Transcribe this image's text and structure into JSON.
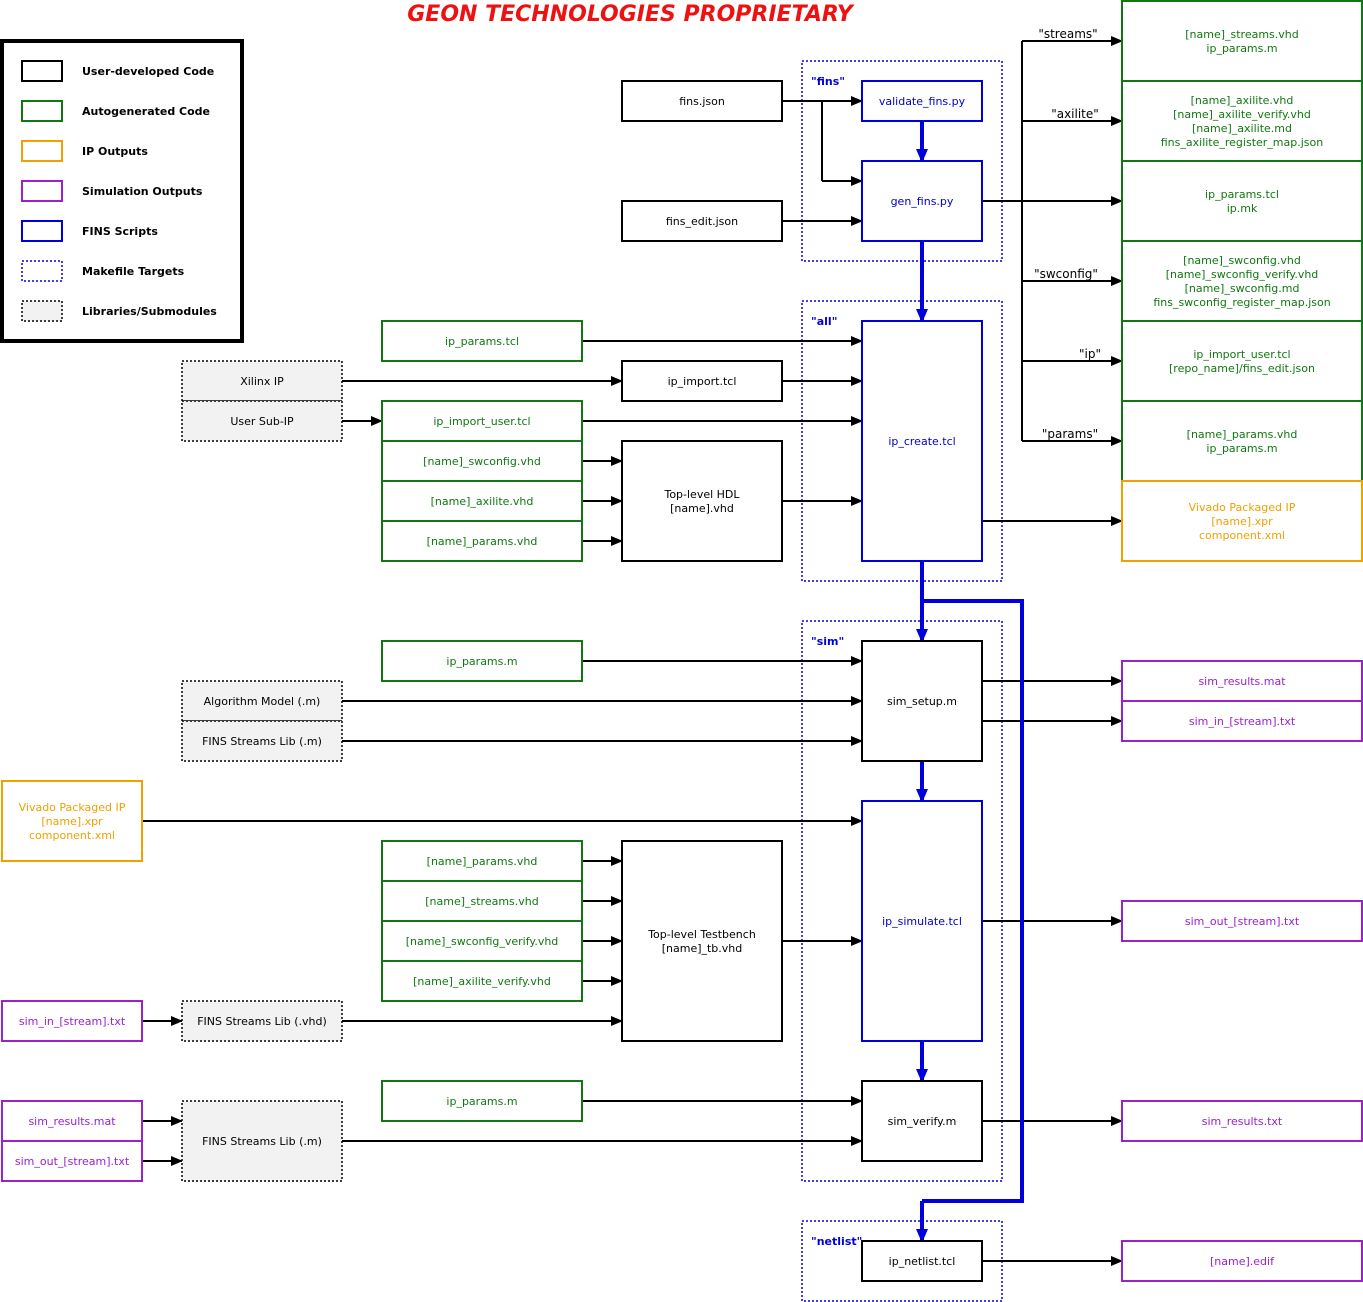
{
  "title": "GEON TECHNOLOGIES PROPRIETARY",
  "colors": {
    "title": "#ee1111",
    "user": "#000000",
    "auto": "#117711",
    "ip": "#f0a000",
    "sim": "#9922cc",
    "script": "#0000dd",
    "target": "#0000dd",
    "lib_fill": "#f2f2f2",
    "script_text": "#0000cc"
  },
  "legend": [
    {
      "label": "User-developed Code",
      "kind": "user"
    },
    {
      "label": "Autogenerated Code",
      "kind": "auto"
    },
    {
      "label": "IP Outputs",
      "kind": "ip"
    },
    {
      "label": "Simulation Outputs",
      "kind": "sim"
    },
    {
      "label": "FINS Scripts",
      "kind": "script"
    },
    {
      "label": "Makefile Targets",
      "kind": "target"
    },
    {
      "label": "Libraries/Submodules",
      "kind": "lib"
    }
  ],
  "targets": [
    {
      "id": "fins",
      "label": "\"fins\""
    },
    {
      "id": "all",
      "label": "\"all\""
    },
    {
      "id": "sim",
      "label": "\"sim\""
    },
    {
      "id": "netlist",
      "label": "\"netlist\""
    }
  ],
  "nodes": [
    {
      "id": "fins_json",
      "kind": "user",
      "lines": [
        "fins.json"
      ]
    },
    {
      "id": "fins_edit_json",
      "kind": "user",
      "lines": [
        "fins_edit.json"
      ]
    },
    {
      "id": "validate_fins",
      "kind": "script",
      "lines": [
        "validate_fins.py"
      ]
    },
    {
      "id": "gen_fins",
      "kind": "script",
      "lines": [
        "gen_fins.py"
      ]
    },
    {
      "id": "out_streams",
      "kind": "auto",
      "lines": [
        "[name]_streams.vhd",
        "ip_params.m"
      ]
    },
    {
      "id": "out_axilite",
      "kind": "auto",
      "lines": [
        "[name]_axilite.vhd",
        "[name]_axilite_verify.vhd",
        "[name]_axilite.md",
        "fins_axilite_register_map.json"
      ]
    },
    {
      "id": "out_iptcl",
      "kind": "auto",
      "lines": [
        "ip_params.tcl",
        "ip.mk"
      ]
    },
    {
      "id": "out_swconfig",
      "kind": "auto",
      "lines": [
        "[name]_swconfig.vhd",
        "[name]_swconfig_verify.vhd",
        "[name]_swconfig.md",
        "fins_swconfig_register_map.json"
      ]
    },
    {
      "id": "out_ip",
      "kind": "auto",
      "lines": [
        "ip_import_user.tcl",
        "[repo_name]/fins_edit.json"
      ]
    },
    {
      "id": "out_params",
      "kind": "auto",
      "lines": [
        "[name]_params.vhd",
        "ip_params.m"
      ]
    },
    {
      "id": "out_vivado",
      "kind": "ip",
      "lines": [
        "Vivado Packaged IP",
        "[name].xpr",
        "component.xml"
      ]
    },
    {
      "id": "ip_params_tcl",
      "kind": "auto",
      "lines": [
        "ip_params.tcl"
      ]
    },
    {
      "id": "xilinx_ip",
      "kind": "lib",
      "lines": [
        "Xilinx IP"
      ]
    },
    {
      "id": "user_subip",
      "kind": "lib",
      "lines": [
        "User Sub-IP"
      ]
    },
    {
      "id": "ip_import_tcl",
      "kind": "user",
      "lines": [
        "ip_import.tcl"
      ]
    },
    {
      "id": "ip_import_user_tcl",
      "kind": "auto",
      "lines": [
        "ip_import_user.tcl"
      ]
    },
    {
      "id": "swconfig_vhd",
      "kind": "auto",
      "lines": [
        "[name]_swconfig.vhd"
      ]
    },
    {
      "id": "axilite_vhd",
      "kind": "auto",
      "lines": [
        "[name]_axilite.vhd"
      ]
    },
    {
      "id": "params_vhd_1",
      "kind": "auto",
      "lines": [
        "[name]_params.vhd"
      ]
    },
    {
      "id": "top_hdl",
      "kind": "user",
      "lines": [
        "Top-level HDL",
        "[name].vhd"
      ]
    },
    {
      "id": "ip_create",
      "kind": "script",
      "lines": [
        "ip_create.tcl"
      ]
    },
    {
      "id": "ip_params_m_1",
      "kind": "auto",
      "lines": [
        "ip_params.m"
      ]
    },
    {
      "id": "alg_model",
      "kind": "lib",
      "lines": [
        "Algorithm Model (.m)"
      ]
    },
    {
      "id": "streams_lib_m_1",
      "kind": "lib",
      "lines": [
        "FINS Streams Lib (.m)"
      ]
    },
    {
      "id": "sim_setup",
      "kind": "user",
      "lines": [
        "sim_setup.m"
      ]
    },
    {
      "id": "sim_results_mat_out",
      "kind": "sim",
      "lines": [
        "sim_results.mat"
      ]
    },
    {
      "id": "sim_in_out",
      "kind": "sim",
      "lines": [
        "sim_in_[stream].txt"
      ]
    },
    {
      "id": "vivado_in",
      "kind": "ip",
      "lines": [
        "Vivado Packaged IP",
        "[name].xpr",
        "component.xml"
      ]
    },
    {
      "id": "params_vhd_2",
      "kind": "auto",
      "lines": [
        "[name]_params.vhd"
      ]
    },
    {
      "id": "streams_vhd",
      "kind": "auto",
      "lines": [
        "[name]_streams.vhd"
      ]
    },
    {
      "id": "swconfig_verify_vhd",
      "kind": "auto",
      "lines": [
        "[name]_swconfig_verify.vhd"
      ]
    },
    {
      "id": "axilite_verify_vhd",
      "kind": "auto",
      "lines": [
        "[name]_axilite_verify.vhd"
      ]
    },
    {
      "id": "top_tb",
      "kind": "user",
      "lines": [
        "Top-level Testbench",
        "[name]_tb.vhd"
      ]
    },
    {
      "id": "ip_simulate",
      "kind": "script",
      "lines": [
        "ip_simulate.tcl"
      ]
    },
    {
      "id": "sim_out_out",
      "kind": "sim",
      "lines": [
        "sim_out_[stream].txt"
      ]
    },
    {
      "id": "sim_in_in",
      "kind": "sim",
      "lines": [
        "sim_in_[stream].txt"
      ]
    },
    {
      "id": "streams_lib_vhd",
      "kind": "lib",
      "lines": [
        "FINS Streams Lib (.vhd)"
      ]
    },
    {
      "id": "ip_params_m_2",
      "kind": "auto",
      "lines": [
        "ip_params.m"
      ]
    },
    {
      "id": "sim_results_mat_in",
      "kind": "sim",
      "lines": [
        "sim_results.mat"
      ]
    },
    {
      "id": "sim_out_in",
      "kind": "sim",
      "lines": [
        "sim_out_[stream].txt"
      ]
    },
    {
      "id": "streams_lib_m_2",
      "kind": "lib",
      "lines": [
        "FINS Streams Lib (.m)"
      ]
    },
    {
      "id": "sim_verify",
      "kind": "user",
      "lines": [
        "sim_verify.m"
      ]
    },
    {
      "id": "sim_results_txt",
      "kind": "sim",
      "lines": [
        "sim_results.txt"
      ]
    },
    {
      "id": "ip_netlist",
      "kind": "user",
      "lines": [
        "ip_netlist.tcl"
      ]
    },
    {
      "id": "edif_out",
      "kind": "sim",
      "lines": [
        "[name].edif"
      ]
    }
  ],
  "edge_labels": [
    {
      "id": "lbl_streams",
      "text": "\"streams\""
    },
    {
      "id": "lbl_axilite",
      "text": "\"axilite\""
    },
    {
      "id": "lbl_swconfig",
      "text": "\"swconfig\""
    },
    {
      "id": "lbl_ip",
      "text": "\"ip\""
    },
    {
      "id": "lbl_params",
      "text": "\"params\""
    }
  ]
}
